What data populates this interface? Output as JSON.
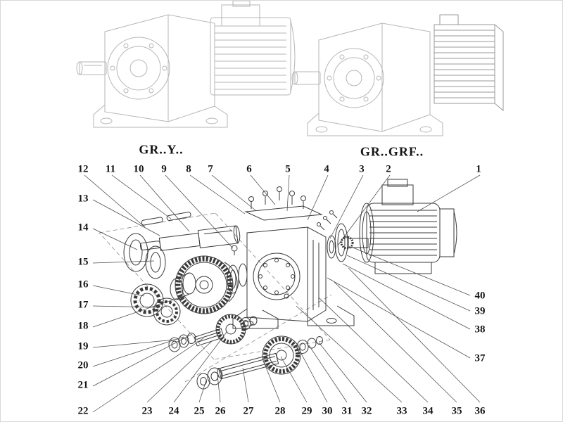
{
  "page": {
    "background": "#ffffff"
  },
  "variant_labels": {
    "left": "GR..Y..",
    "right": "GR..GRF.."
  },
  "callouts": {
    "top": [
      "12",
      "11",
      "10",
      "9",
      "8",
      "7",
      "6",
      "5",
      "4",
      "3",
      "2",
      "1"
    ],
    "left": [
      "13",
      "14",
      "15",
      "16",
      "17",
      "18",
      "19",
      "20",
      "21",
      "22"
    ],
    "bottom": [
      "23",
      "24",
      "25",
      "26",
      "27",
      "28",
      "29",
      "30",
      "31",
      "32",
      "33",
      "34",
      "35",
      "36"
    ],
    "right": [
      "40",
      "39",
      "38",
      "37"
    ]
  },
  "drawing": {
    "line_color": "#3a3a3a",
    "faded_line_color": "#b6b6b6",
    "leader_color": "#4a4a4a"
  }
}
